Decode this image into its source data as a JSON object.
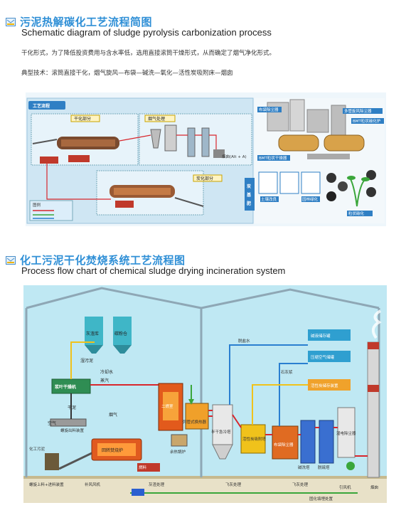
{
  "section1": {
    "title_zh": "污泥热解碳化工艺流程简图",
    "title_en": "Schematic diagram of sludge pyrolysis carbonization process",
    "para1": "干化形式，为了降低投资费用与含水率低，选用直接滚筒干燥形式，从而确定了烟气净化形式。",
    "para2": "典型技术：滚筒直接干化，烟气旋风—布袋—碱洗—氧化—活性炭吸附床—烟囱",
    "diagram": {
      "header": "工艺流程",
      "dry_section": "干化部分",
      "gas_section": "烟气处理",
      "carbon_section": "炭化部分",
      "product_label": "炭基肥",
      "photo_labels": [
        "布袋除尘器",
        "多管旋风除尘器",
        "BMT粒状干燥器",
        "BMT粒状碳化炉",
        "土壤改良",
        "园林绿化",
        "粒状碳化"
      ],
      "legend_title": "图例",
      "note": "烟囱(Alt + A)"
    }
  },
  "section2": {
    "title_zh": "化工污泥干化焚烧系统工艺流程图",
    "title_en": "Process flow chart of chemical sludge drying incineration system",
    "labels": {
      "ash_silo": "灰渣库",
      "carbon_silo": "碳粉仓",
      "dryer": "浆叶干燥机",
      "wet_sludge": "湿污泥",
      "cooling_water": "冷却水",
      "dry_mud": "干泥",
      "screw_conveyor": "螺旋出料装置",
      "flue_gas": "烟气",
      "incinerator": "回转焚烧炉",
      "secondary_chamber": "二燃室",
      "waste_heat_boiler": "余热锅炉",
      "tube_heater": "列管式换热器",
      "semi_dry_tower": "半干急冷塔",
      "bag_filter": "布袋除尘器",
      "activated_carbon": "活性炭吸附塔",
      "scrubber1": "碱洗塔",
      "scrubber2": "脱硫塔",
      "wet_esp": "湿电除尘器",
      "desalinated_water": "脱盐水",
      "lime": "石灰浆",
      "steam": "蒸汽",
      "induced_fan": "引风机",
      "chimney": "烟囱",
      "ash_treatment": "灰渣处理",
      "fly_ash1": "飞灰处理",
      "fly_ash2": "飞灰处理",
      "landfill": "固化填埋处置",
      "feed": "螺旋上料+进料装置",
      "blower": "补风风机",
      "raw_sludge": "化工污泥",
      "tank1": "碱液储存罐",
      "tank2": "压缩空气储罐",
      "tank3": "活性炭储存装置",
      "air": "空气",
      "coal": "燃料"
    }
  },
  "colors": {
    "title_blue": "#2f8fd6",
    "pipe_red": "#d8262c",
    "pipe_green": "#3aa63a",
    "pipe_yellow": "#f0c21b",
    "pipe_blue": "#2a7fd0",
    "sky": "#bfe8f3"
  }
}
